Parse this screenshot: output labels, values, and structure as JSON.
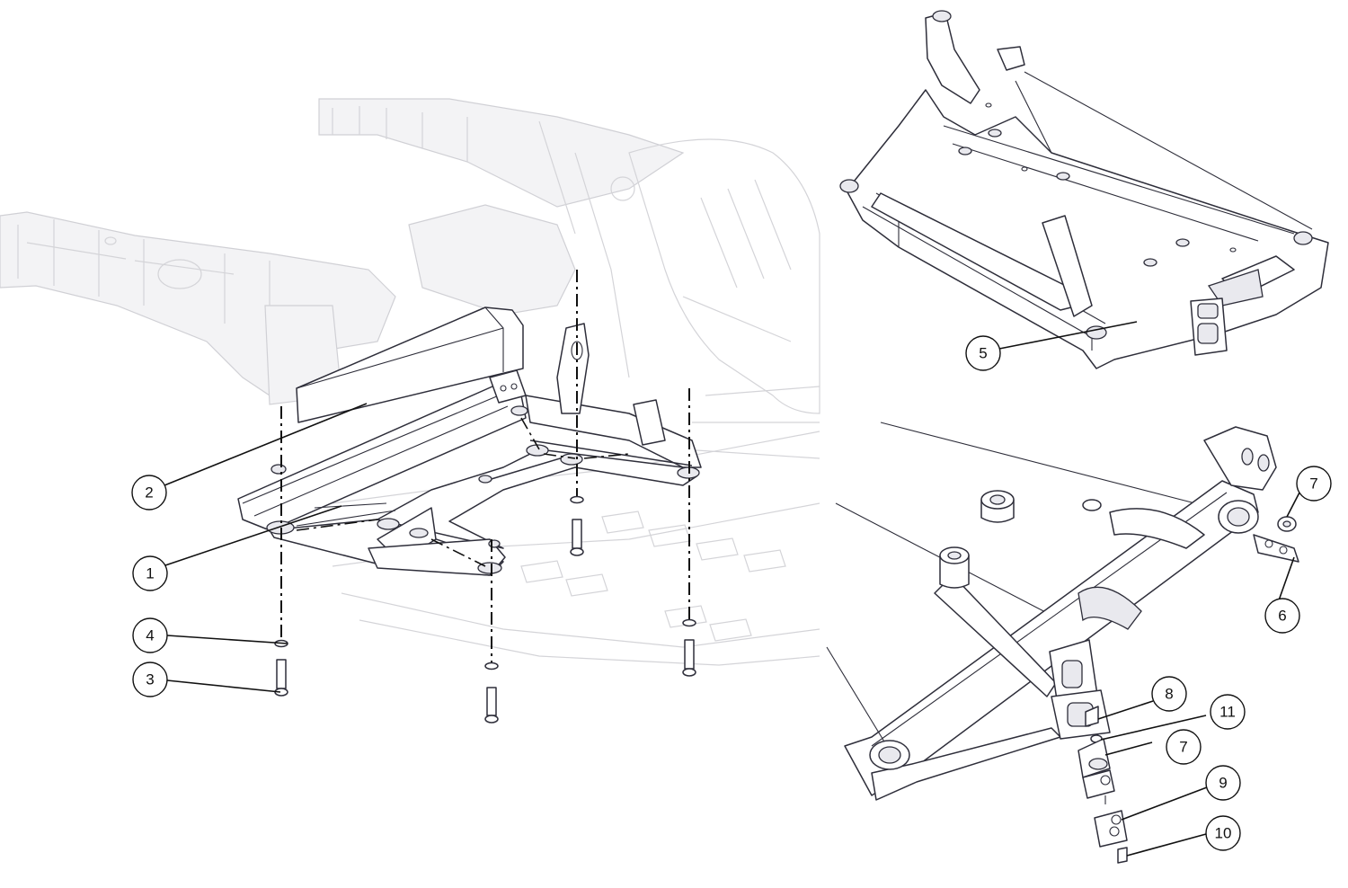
{
  "colors": {
    "line": "#2e2e3a",
    "ghost": "#d4d4d8",
    "callout": "#111111",
    "background": "#ffffff"
  },
  "callouts": [
    {
      "id": "callout-1",
      "label": "1"
    },
    {
      "id": "callout-2",
      "label": "2"
    },
    {
      "id": "callout-3",
      "label": "3"
    },
    {
      "id": "callout-4",
      "label": "4"
    },
    {
      "id": "callout-5",
      "label": "5"
    },
    {
      "id": "callout-6",
      "label": "6"
    },
    {
      "id": "callout-7a",
      "label": "7"
    },
    {
      "id": "callout-7b",
      "label": "7"
    },
    {
      "id": "callout-8",
      "label": "8"
    },
    {
      "id": "callout-9",
      "label": "9"
    },
    {
      "id": "callout-10",
      "label": "10"
    },
    {
      "id": "callout-11",
      "label": "11"
    }
  ]
}
